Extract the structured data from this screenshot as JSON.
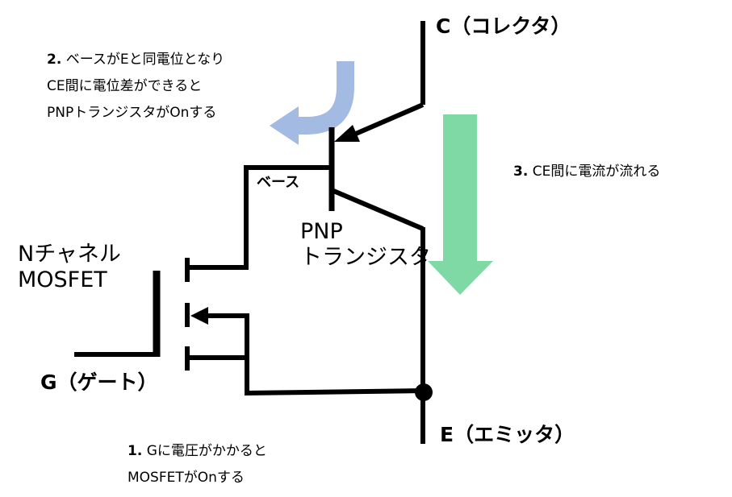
{
  "terminals": {
    "collector": "C（コレクタ）",
    "emitter": "E（エミッタ）",
    "gate": "G（ゲート）",
    "base": "ベース"
  },
  "components": {
    "mosfet": {
      "line1": "Nチャネル",
      "line2": "MOSFET"
    },
    "pnp": {
      "line1": "PNP",
      "line2": "トランジスタ"
    }
  },
  "steps": {
    "step1": {
      "number": "1.",
      "line1": "Gに電圧がかかると",
      "line2": "MOSFETがOnする"
    },
    "step2": {
      "number": "2.",
      "line1": "ベースがEと同電位となり",
      "line2": "CE間に電位差ができると",
      "line3": "PNPトランジスタがOnする"
    },
    "step3": {
      "number": "3.",
      "line1": "CE間に電流が流れる"
    }
  },
  "colors": {
    "wire": "#000000",
    "base_flow_arrow": "#a3bbe2",
    "current_arrow": "#7fd9a5"
  },
  "icons": {
    "base_flow": "curved-arrow-left-icon",
    "current_flow": "down-arrow-icon",
    "junction": "junction-dot-icon"
  }
}
